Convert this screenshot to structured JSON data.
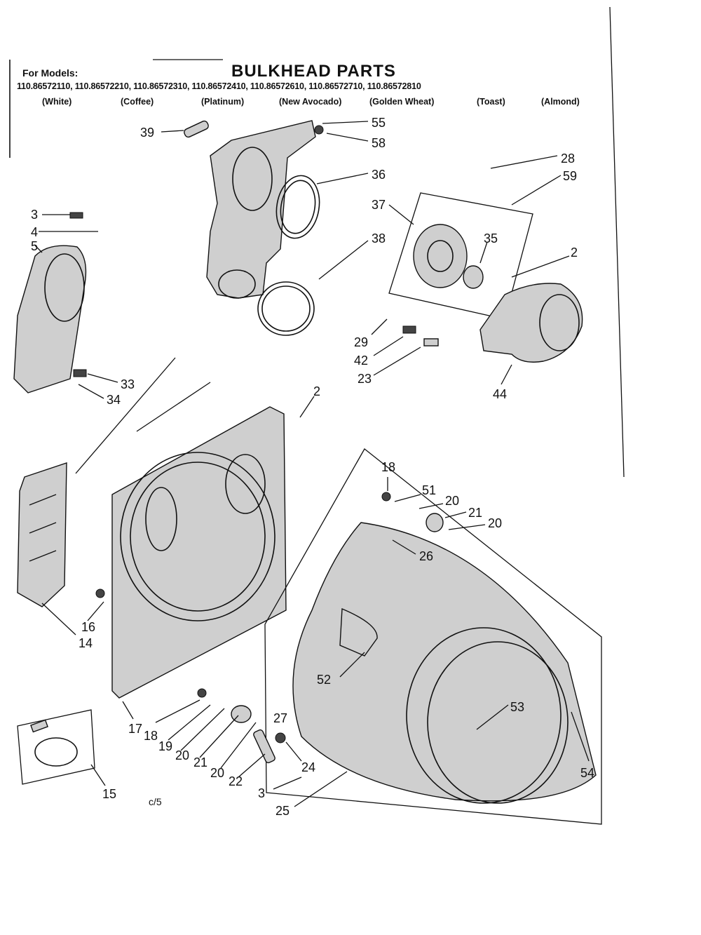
{
  "header": {
    "for_models_label": "For Models:",
    "title": "BULKHEAD PARTS",
    "models": "110.86572110, 110.86572210, 110.86572310, 110.86572410, 110.86572610, 110.86572710, 110.86572810",
    "colors": [
      "(White)",
      "(Coffee)",
      "(Platinum)",
      "(New Avocado)",
      "(Golden Wheat)",
      "(Toast)",
      "(Almond)"
    ]
  },
  "callouts": [
    "39",
    "55",
    "58",
    "36",
    "28",
    "59",
    "37",
    "38",
    "35",
    "2",
    "29",
    "42",
    "23",
    "44",
    "3",
    "4",
    "5",
    "33",
    "34",
    "2",
    "18",
    "51",
    "20",
    "21",
    "20",
    "26",
    "16",
    "14",
    "52",
    "53",
    "54",
    "17",
    "18",
    "19",
    "20",
    "21",
    "20",
    "22",
    "27",
    "24",
    "3",
    "25",
    "15"
  ],
  "footer": {
    "page_code": "c/5"
  }
}
